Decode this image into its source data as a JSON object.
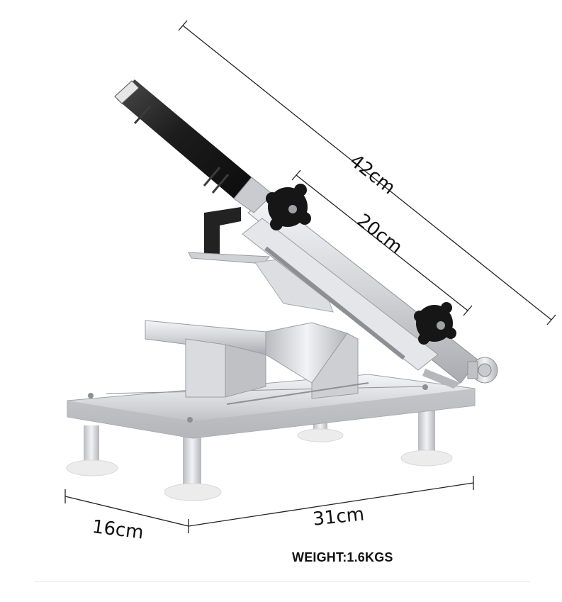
{
  "dimensions": {
    "overall_length": "42cm",
    "blade_length": "20cm",
    "base_depth": "16cm",
    "base_width": "31cm"
  },
  "weight": "WEIGHT:1.6KGS",
  "colors": {
    "steel_light": "#e8e9ec",
    "steel_mid": "#c9cbcf",
    "steel_dark": "#9a9ca0",
    "handle_black": "#1b1b1b",
    "suction_cup": "#eeeeee",
    "dimension_line": "#222222"
  }
}
